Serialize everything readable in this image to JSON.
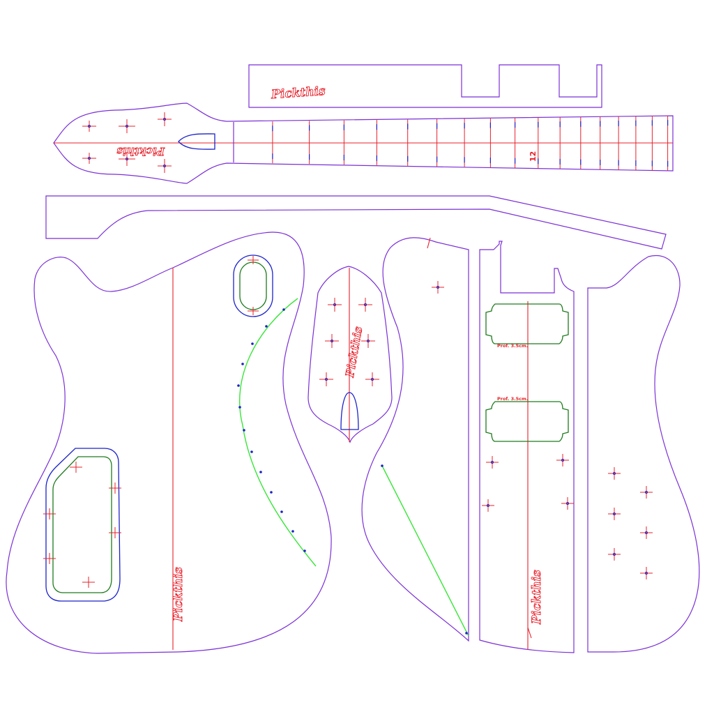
{
  "brand": {
    "logo_text": "Pickthis"
  },
  "neck": {
    "fret_marker": "12"
  },
  "pickup_notes": {
    "depth_label_1": "Prof. 3.5cm.",
    "depth_label_2": "Prof. 3.5cm."
  },
  "colors": {
    "outline": "#7b2fd6",
    "centerline": "#e8202a",
    "cavity_outer": "#1a22c8",
    "cavity_inner": "#1d7a1d",
    "carve_line": "#37e637"
  },
  "icons": [
    "crosshair-mark",
    "drill-hole"
  ]
}
